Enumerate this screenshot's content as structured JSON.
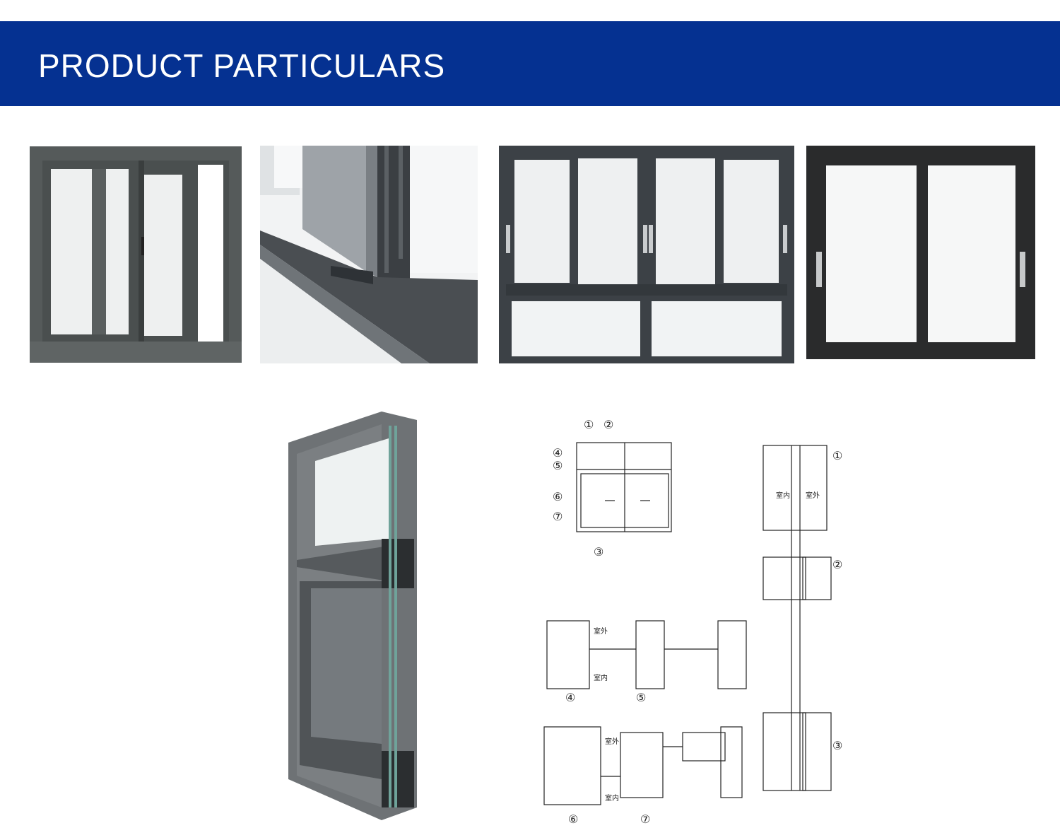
{
  "header": {
    "title": "PRODUCT PARTICULARS",
    "background": "#053191",
    "text_color": "#ffffff"
  },
  "photos": [
    {
      "name": "grey-sliding-window-front"
    },
    {
      "name": "sliding-track-detail"
    },
    {
      "name": "four-panel-sliding-window"
    },
    {
      "name": "black-two-panel-sliding-window"
    },
    {
      "name": "profile-cutaway-3d"
    }
  ],
  "drawing": {
    "circled_numbers": [
      "①",
      "②",
      "③",
      "④",
      "⑤",
      "⑥",
      "⑦"
    ],
    "labels": {
      "indoor": "室内",
      "outdoor": "室外"
    }
  }
}
